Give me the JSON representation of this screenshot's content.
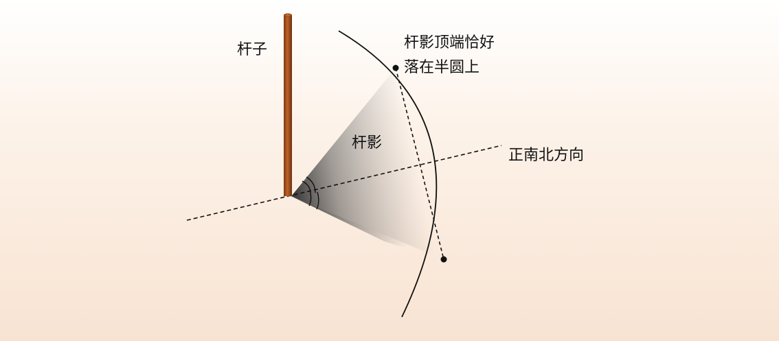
{
  "diagram": {
    "labels": {
      "pole": "杆子",
      "tip": [
        "杆影顶端恰好",
        "落在半圆上"
      ],
      "shadow": "杆影",
      "direction": "正南北方向"
    },
    "colors": {
      "background_top": "#ffffff",
      "background_bottom": "#f8e3d2",
      "pole_dark": "#7a3a12",
      "pole_light": "#c0622a",
      "line": "#111111",
      "shadow": "#3a3a3a"
    }
  }
}
